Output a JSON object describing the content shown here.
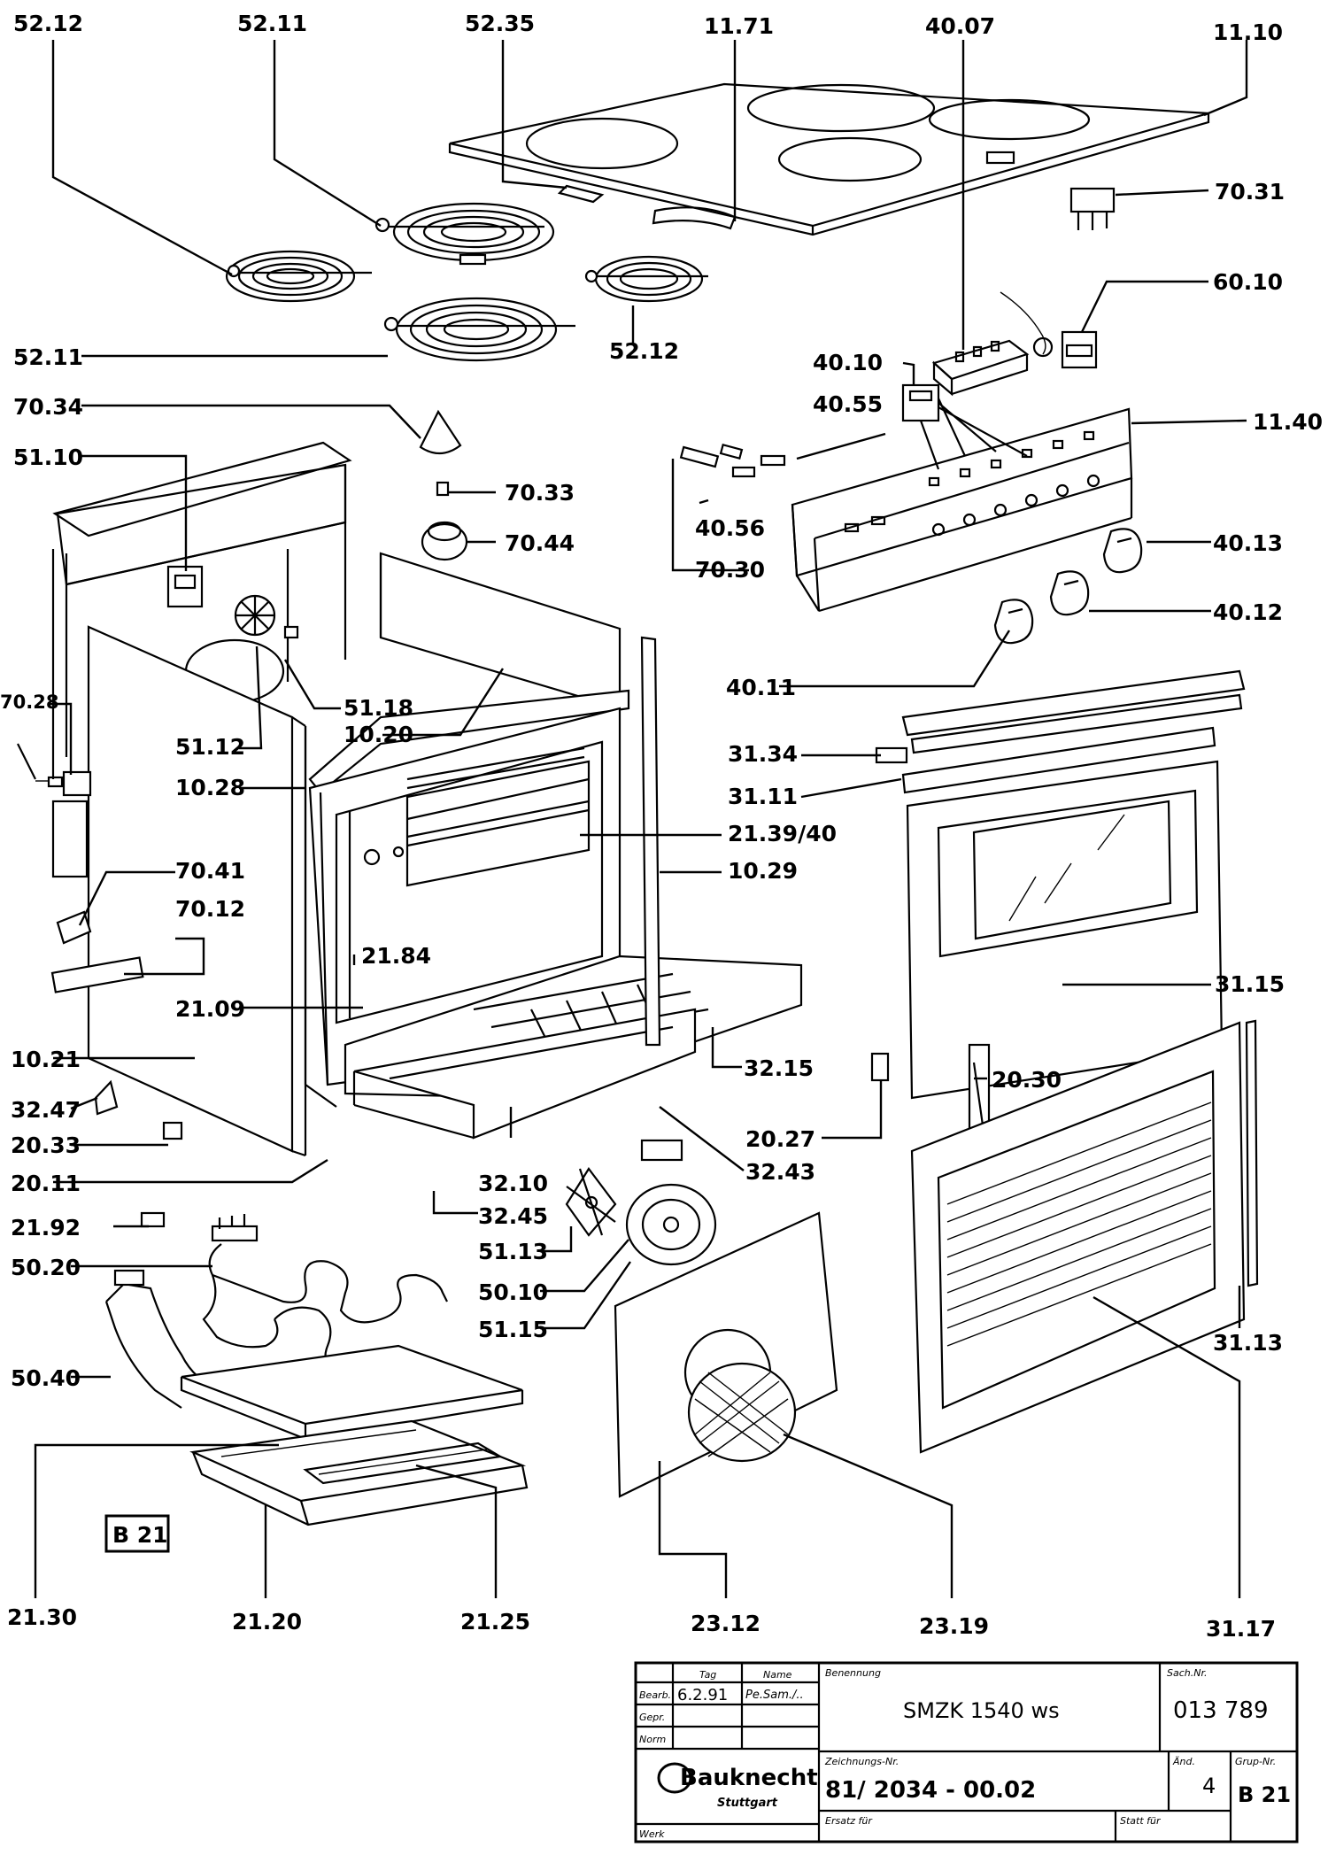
{
  "diagram": {
    "page_code_box": "B 21",
    "callouts": [
      {
        "id": "c5212a",
        "text": "52.12"
      },
      {
        "id": "c5211a",
        "text": "52.11"
      },
      {
        "id": "c5235",
        "text": "52.35"
      },
      {
        "id": "c1171",
        "text": "11.71"
      },
      {
        "id": "c4007",
        "text": "40.07"
      },
      {
        "id": "c1110",
        "text": "11.10"
      },
      {
        "id": "c7031",
        "text": "70.31"
      },
      {
        "id": "c6010",
        "text": "60.10"
      },
      {
        "id": "c5211b",
        "text": "52.11"
      },
      {
        "id": "c5212b",
        "text": "52.12"
      },
      {
        "id": "c4010",
        "text": "40.10"
      },
      {
        "id": "c4055",
        "text": "40.55"
      },
      {
        "id": "c7034",
        "text": "70.34"
      },
      {
        "id": "c1140",
        "text": "11.40"
      },
      {
        "id": "c5110",
        "text": "51.10"
      },
      {
        "id": "c7033",
        "text": "70.33"
      },
      {
        "id": "c4056",
        "text": "40.56"
      },
      {
        "id": "c7044",
        "text": "70.44"
      },
      {
        "id": "c4013",
        "text": "40.13"
      },
      {
        "id": "c7030",
        "text": "70.30"
      },
      {
        "id": "c4012",
        "text": "40.12"
      },
      {
        "id": "c4011",
        "text": "40.11"
      },
      {
        "id": "c7028",
        "text": "70.28"
      },
      {
        "id": "c5118",
        "text": "51.18"
      },
      {
        "id": "c1020",
        "text": "10.20"
      },
      {
        "id": "c5112",
        "text": "51.12"
      },
      {
        "id": "c3134",
        "text": "31.34"
      },
      {
        "id": "c1028",
        "text": "10.28"
      },
      {
        "id": "c3111",
        "text": "31.11"
      },
      {
        "id": "c2139",
        "text": "21.39/40"
      },
      {
        "id": "c7041",
        "text": "70.41"
      },
      {
        "id": "c1029",
        "text": "10.29"
      },
      {
        "id": "c7012",
        "text": "70.12"
      },
      {
        "id": "c2184",
        "text": "21.84"
      },
      {
        "id": "c3115",
        "text": "31.15"
      },
      {
        "id": "c2109",
        "text": "21.09"
      },
      {
        "id": "c1021",
        "text": "10.21"
      },
      {
        "id": "c3215",
        "text": "32.15"
      },
      {
        "id": "c2030",
        "text": "20.30"
      },
      {
        "id": "c3247",
        "text": "32.47"
      },
      {
        "id": "c2033",
        "text": "20.33"
      },
      {
        "id": "c2027",
        "text": "20.27"
      },
      {
        "id": "c2011",
        "text": "20.11"
      },
      {
        "id": "c3210",
        "text": "32.10"
      },
      {
        "id": "c3243",
        "text": "32.43"
      },
      {
        "id": "c3245",
        "text": "32.45"
      },
      {
        "id": "c2192",
        "text": "21.92"
      },
      {
        "id": "c5113",
        "text": "51.13"
      },
      {
        "id": "c5020",
        "text": "50.20"
      },
      {
        "id": "c5010",
        "text": "50.10"
      },
      {
        "id": "c5115",
        "text": "51.15"
      },
      {
        "id": "c3113",
        "text": "31.13"
      },
      {
        "id": "c5040",
        "text": "50.40"
      },
      {
        "id": "c2130",
        "text": "21.30"
      },
      {
        "id": "c2120",
        "text": "21.20"
      },
      {
        "id": "c2125",
        "text": "21.25"
      },
      {
        "id": "c2312",
        "text": "23.12"
      },
      {
        "id": "c2319",
        "text": "23.19"
      },
      {
        "id": "c3117",
        "text": "31.17"
      }
    ]
  },
  "title_block": {
    "col_tag": "Tag",
    "col_name": "Name",
    "row_bearb": "Bearb.",
    "row_gepr": "Gepr.",
    "row_norm": "Norm",
    "date": "6.2.91",
    "name": "Pe.Sam./..",
    "benennung_label": "Benennung",
    "model": "SMZK  1540 ws",
    "sachnr_label": "Sach.Nr.",
    "sachnr": "013 789",
    "zeichnung_label": "Zeichnungs-Nr.",
    "drawing_no": "81/ 2034 - 00.02",
    "aend_label": "Änd.",
    "aend_value": "4",
    "gruppe_label": "Grup-Nr.",
    "gruppe": "B 21",
    "ersatz_label": "Ersatz für",
    "statt_label": "Statt für",
    "werk_label": "Werk",
    "brand": "Bauknecht",
    "brand_city": "Stuttgart"
  }
}
